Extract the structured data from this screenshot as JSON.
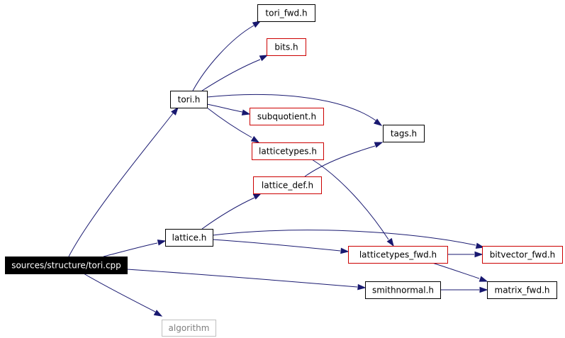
{
  "colors": {
    "edge": "#191970",
    "border_black": "#000000",
    "border_red": "#cc0000",
    "border_gray": "#bfbfbf",
    "root_fill": "#000000",
    "root_text": "#ffffff",
    "text": "#000000",
    "muted_text": "#7f7f7f"
  },
  "nodes": [
    {
      "id": "tori_cpp",
      "label": "sources/structure/tori.cpp",
      "style": "root"
    },
    {
      "id": "tori_h",
      "label": "tori.h",
      "style": "black"
    },
    {
      "id": "tori_fwd_h",
      "label": "tori_fwd.h",
      "style": "black"
    },
    {
      "id": "bits_h",
      "label": "bits.h",
      "style": "red"
    },
    {
      "id": "subquotient_h",
      "label": "subquotient.h",
      "style": "red"
    },
    {
      "id": "latticetypes_h",
      "label": "latticetypes.h",
      "style": "red"
    },
    {
      "id": "tags_h",
      "label": "tags.h",
      "style": "black"
    },
    {
      "id": "lattice_def_h",
      "label": "lattice_def.h",
      "style": "red"
    },
    {
      "id": "lattice_h",
      "label": "lattice.h",
      "style": "black"
    },
    {
      "id": "latticetypes_fwd_h",
      "label": "latticetypes_fwd.h",
      "style": "red"
    },
    {
      "id": "bitvector_fwd_h",
      "label": "bitvector_fwd.h",
      "style": "red"
    },
    {
      "id": "smithnormal_h",
      "label": "smithnormal.h",
      "style": "black"
    },
    {
      "id": "matrix_fwd_h",
      "label": "matrix_fwd.h",
      "style": "black"
    },
    {
      "id": "algorithm",
      "label": "algorithm",
      "style": "gray"
    }
  ],
  "edges": [
    {
      "from": "tori_cpp",
      "to": "tori_h"
    },
    {
      "from": "tori_cpp",
      "to": "lattice_h"
    },
    {
      "from": "tori_cpp",
      "to": "smithnormal_h"
    },
    {
      "from": "tori_cpp",
      "to": "algorithm"
    },
    {
      "from": "tori_h",
      "to": "tori_fwd_h"
    },
    {
      "from": "tori_h",
      "to": "bits_h"
    },
    {
      "from": "tori_h",
      "to": "tags_h"
    },
    {
      "from": "tori_h",
      "to": "subquotient_h"
    },
    {
      "from": "tori_h",
      "to": "latticetypes_h"
    },
    {
      "from": "latticetypes_h",
      "to": "latticetypes_fwd_h"
    },
    {
      "from": "lattice_def_h",
      "to": "tags_h"
    },
    {
      "from": "lattice_h",
      "to": "lattice_def_h"
    },
    {
      "from": "lattice_h",
      "to": "bitvector_fwd_h"
    },
    {
      "from": "lattice_h",
      "to": "latticetypes_fwd_h"
    },
    {
      "from": "latticetypes_fwd_h",
      "to": "bitvector_fwd_h"
    },
    {
      "from": "latticetypes_fwd_h",
      "to": "matrix_fwd_h"
    },
    {
      "from": "smithnormal_h",
      "to": "matrix_fwd_h"
    }
  ]
}
